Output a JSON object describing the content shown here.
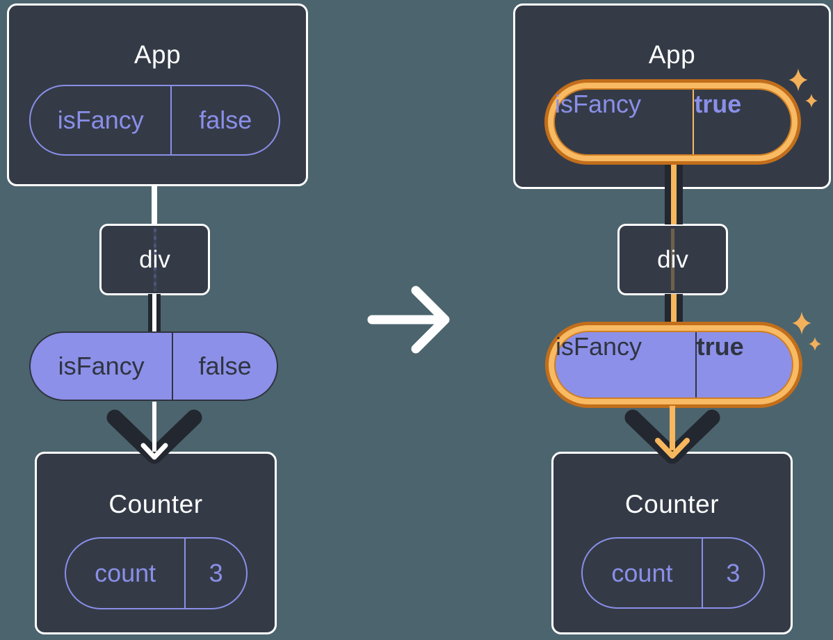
{
  "left": {
    "app": {
      "title": "App",
      "state": {
        "name": "isFancy",
        "value": "false"
      }
    },
    "div_label": "div",
    "passed_prop": {
      "name": "isFancy",
      "value": "false"
    },
    "counter": {
      "title": "Counter",
      "state": {
        "name": "count",
        "value": "3"
      }
    }
  },
  "right": {
    "app": {
      "title": "App",
      "state": {
        "name": "isFancy",
        "value": "true"
      }
    },
    "div_label": "div",
    "passed_prop": {
      "name": "isFancy",
      "value": "true"
    },
    "counter": {
      "title": "Counter",
      "state": {
        "name": "count",
        "value": "3"
      }
    }
  },
  "colors": {
    "background": "#4c646e",
    "node_fill": "#343b47",
    "node_border": "#ffffff",
    "accent_purple": "#8a8fe8",
    "accent_purple_fill": "#8c90e9",
    "dark_text": "#2f3440",
    "dark_arrow": "#23272f",
    "highlight_orange_light": "#f8ba62",
    "highlight_orange_deep": "#c26e1b",
    "orange_line": "#f7b75d",
    "sparkle": "#f3b05a"
  }
}
